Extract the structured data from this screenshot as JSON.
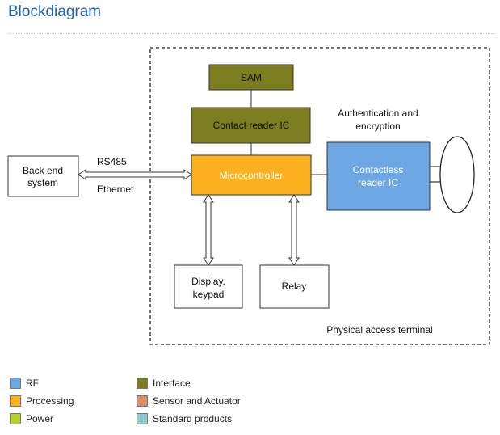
{
  "heading": "Blockdiagram",
  "diagram": {
    "blocks": {
      "sam": "SAM",
      "contact_reader": "Contact reader IC",
      "microcontroller": "Microcontroller",
      "contactless_reader": [
        "Contactless",
        "reader IC"
      ],
      "back_end": [
        "Back end",
        "system"
      ],
      "display": [
        "Display,",
        "keypad"
      ],
      "relay": "Relay"
    },
    "labels": {
      "rs485": "RS485",
      "ethernet": "Ethernet",
      "auth": [
        "Authentication and",
        "encryption"
      ],
      "terminal": "Physical access terminal"
    }
  },
  "colors": {
    "rf": "#6ca7e3",
    "processing": "#fbb11d",
    "power": "#b4d22c",
    "interface": "#7c7d1e",
    "sensor": "#e08a66",
    "standard": "#8ecfcd"
  },
  "legend": [
    {
      "label": "RF",
      "color": "#6ca7e3"
    },
    {
      "label": "Processing",
      "color": "#fbb11d"
    },
    {
      "label": "Power",
      "color": "#b4d22c"
    },
    {
      "label": "Interface",
      "color": "#7c7d1e"
    },
    {
      "label": "Sensor and Actuator",
      "color": "#e08a66"
    },
    {
      "label": "Standard products",
      "color": "#8ecfcd"
    }
  ]
}
